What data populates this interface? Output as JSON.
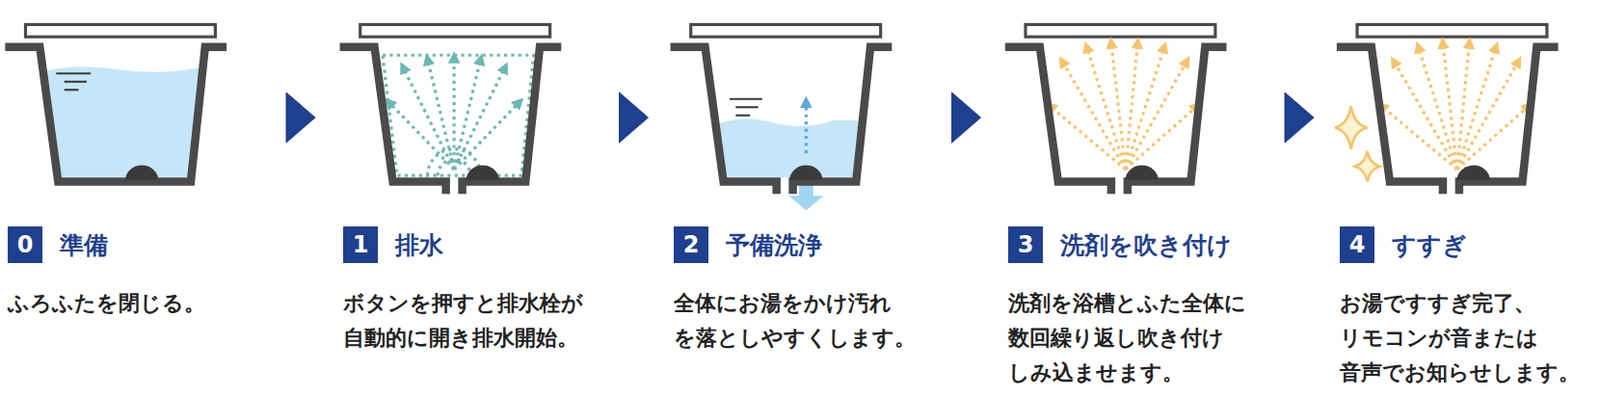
{
  "diagram": {
    "nodes": [
      {
        "text": [
          "0",
          "準備",
          "ふろふたを閉じる。"
        ]
      },
      {
        "text": [
          "1",
          "排水",
          "ボタンを押すと排水栓が 自動的に開き排水開始。"
        ]
      },
      {
        "text": [
          "2",
          "予備洗浄",
          "全体にお湯をかけ汚れ を落としやすくします。"
        ]
      },
      {
        "text": [
          "3",
          "洗剤を吹き付け",
          "洗剤を浴槽とふた全体に 数回繰り返し吹き付け しみ込ませます。"
        ]
      },
      {
        "text": [
          "4",
          "すすぎ",
          "お湯ですすぎ完了、 リモコンが音または 音声でお知らせします。"
        ]
      }
    ],
    "edges": [
      {
        "from": 0,
        "to": 1,
        "arrow": "to"
      },
      {
        "from": 1,
        "to": 2,
        "arrow": "to"
      },
      {
        "from": 2,
        "to": 3,
        "arrow": "to"
      },
      {
        "from": 3,
        "to": 4,
        "arrow": "to"
      }
    ]
  }
}
